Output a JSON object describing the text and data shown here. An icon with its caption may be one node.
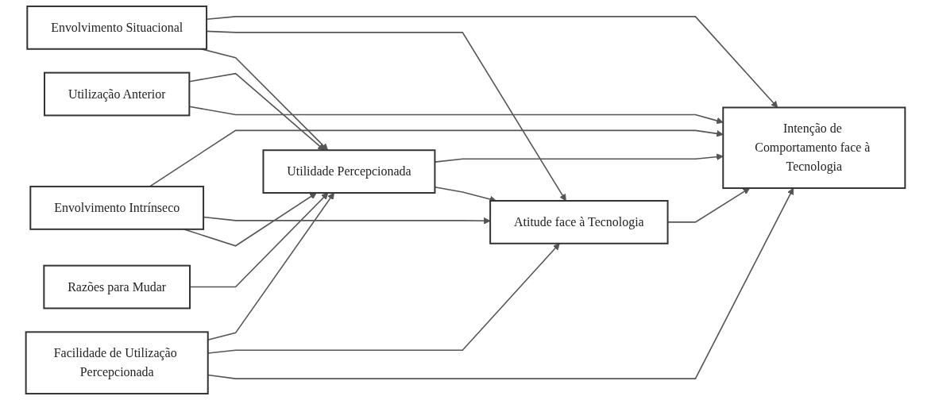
{
  "diagram": {
    "nodes": [
      {
        "text": [
          "Envolvimento Situacional"
        ]
      },
      {
        "text": [
          "Envolvimento Intrínseco"
        ]
      },
      {
        "text": [
          "Razões para Mudar"
        ]
      },
      {
        "text": [
          "Utilização Anterior"
        ]
      },
      {
        "text": [
          "Utilidade Percepcionada"
        ]
      },
      {
        "text": [
          "Facilidade de Utilização Percepcionada"
        ]
      },
      {
        "text": [
          "Atitude face à Tecnologia"
        ]
      },
      {
        "text": [
          "Intenção de Comportamento face à Tecnologia"
        ]
      }
    ],
    "edges": [
      {
        "from": 0,
        "to": 7,
        "arrow": "to"
      },
      {
        "from": 0,
        "to": 6,
        "arrow": "to"
      },
      {
        "from": 0,
        "to": 4,
        "arrow": "to"
      },
      {
        "from": 1,
        "to": 7,
        "arrow": "to"
      },
      {
        "from": 1,
        "to": 6,
        "arrow": "to"
      },
      {
        "from": 1,
        "to": 4,
        "arrow": "to"
      },
      {
        "from": 2,
        "to": 4,
        "arrow": "to"
      },
      {
        "from": 3,
        "to": 4,
        "arrow": "to"
      },
      {
        "from": 3,
        "to": 7,
        "arrow": "to"
      },
      {
        "from": 4,
        "to": 7,
        "arrow": "to"
      },
      {
        "from": 4,
        "to": 6,
        "arrow": "to"
      },
      {
        "from": 5,
        "to": 4,
        "arrow": "to"
      },
      {
        "from": 5,
        "to": 6,
        "arrow": "to"
      },
      {
        "from": 5,
        "to": 7,
        "arrow": "to"
      },
      {
        "from": 6,
        "to": 7,
        "arrow": "to"
      }
    ]
  }
}
